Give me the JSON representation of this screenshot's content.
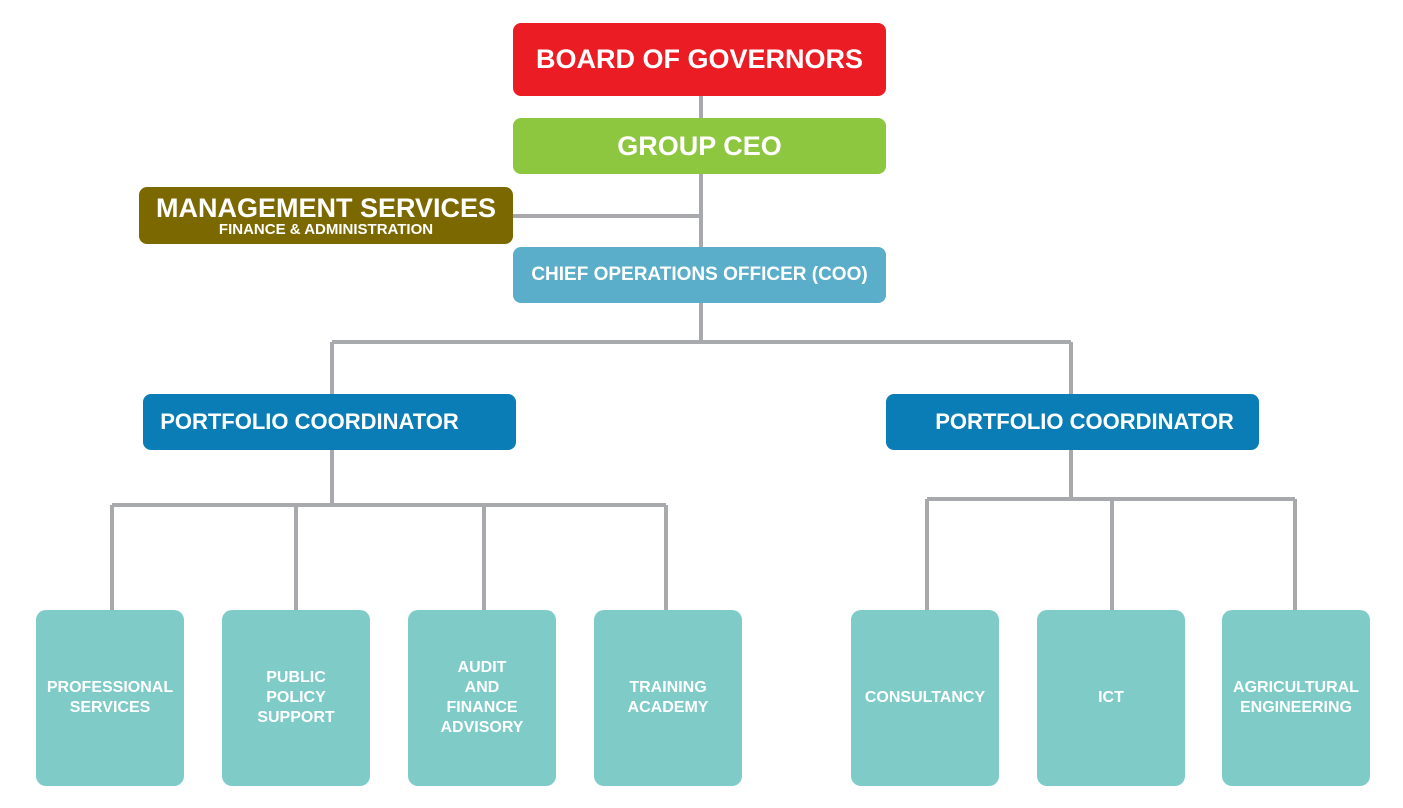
{
  "chart_data": {
    "type": "org-chart",
    "root": {
      "label": "BOARD OF GOVERNORS",
      "children": [
        {
          "label": "GROUP CEO",
          "children": [
            {
              "label": "MANAGEMENT SERVICES",
              "sublabel": "FINANCE & ADMINISTRATION"
            },
            {
              "label": "CHIEF OPERATIONS OFFICER (COO)",
              "children": [
                {
                  "label": "PORTFOLIO COORDINATOR",
                  "children": [
                    "PROFESSIONAL SERVICES",
                    "PUBLIC POLICY SUPPORT",
                    "AUDIT AND FINANCE ADVISORY",
                    "TRAINING ACADEMY"
                  ]
                },
                {
                  "label": "PORTFOLIO COORDINATOR",
                  "children": [
                    "CONSULTANCY",
                    "ICT",
                    "AGRICULTURAL ENGINEERING"
                  ]
                }
              ]
            }
          ]
        }
      ]
    }
  },
  "nodes": {
    "board": "BOARD OF GOVERNORS",
    "ceo": "GROUP CEO",
    "mgmt_title": "MANAGEMENT SERVICES",
    "mgmt_subtitle": "FINANCE & ADMINISTRATION",
    "coo": "CHIEF OPERATIONS OFFICER (COO)",
    "pc_left": "PORTFOLIO COORDINATOR",
    "pc_right": "PORTFOLIO COORDINATOR"
  },
  "departments_left": [
    [
      "PROFESSIONAL",
      "SERVICES"
    ],
    [
      "PUBLIC",
      "POLICY",
      "SUPPORT"
    ],
    [
      "AUDIT",
      "AND",
      "FINANCE",
      "ADVISORY"
    ],
    [
      "TRAINING",
      "ACADEMY"
    ]
  ],
  "departments_right": [
    [
      "CONSULTANCY"
    ],
    [
      "ICT"
    ],
    [
      "AGRICULTURAL",
      "ENGINEERING"
    ]
  ],
  "colors": {
    "board": "#ec1c24",
    "ceo": "#8dc63f",
    "management": "#7b6900",
    "coo": "#5aaec9",
    "portfolio": "#0a7db6",
    "department": "#7ecbc8",
    "connector": "#a7a9ac"
  }
}
